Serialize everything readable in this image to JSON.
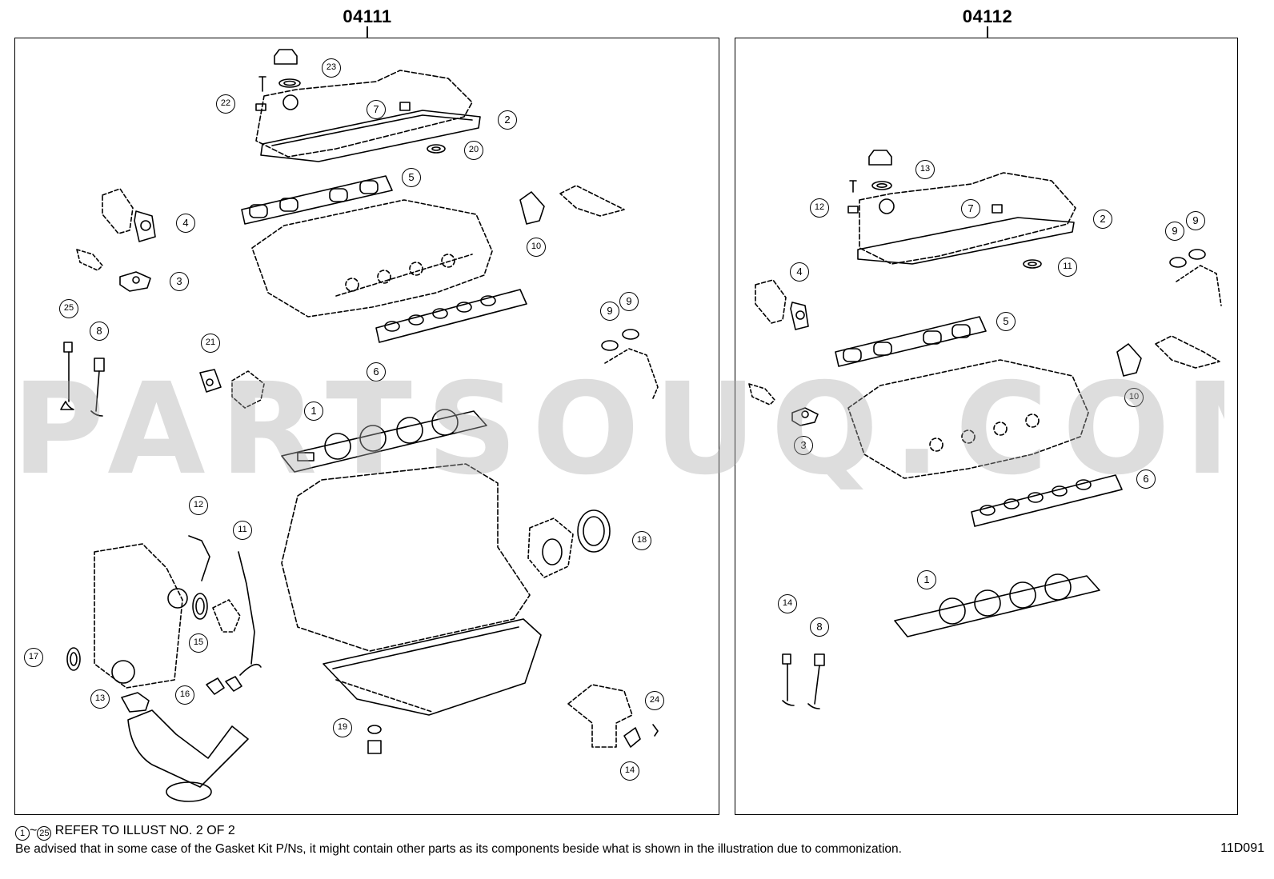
{
  "groups": {
    "left": {
      "part_number": "04111"
    },
    "right": {
      "part_number": "04112"
    }
  },
  "callouts": {
    "left": [
      "1",
      "2",
      "3",
      "4",
      "5",
      "6",
      "7",
      "8",
      "9",
      "9",
      "10",
      "11",
      "12",
      "13",
      "14",
      "15",
      "16",
      "17",
      "18",
      "19",
      "20",
      "21",
      "22",
      "23",
      "24",
      "25"
    ],
    "right": [
      "1",
      "2",
      "3",
      "4",
      "5",
      "6",
      "7",
      "8",
      "9",
      "9",
      "10",
      "11",
      "12",
      "13",
      "14"
    ]
  },
  "watermark": "PARTSOUQ.COM",
  "footer": {
    "range_start": "1",
    "range_tilde": "~",
    "range_end": "25",
    "refer_text": "REFER TO ILLUST NO. 2 OF 2",
    "disclaimer": "Be advised that in some case of the Gasket Kit P/Ns,  it might contain other parts as its components beside what is shown in the illustration due to commonization.",
    "diagram_code": "11D091"
  }
}
